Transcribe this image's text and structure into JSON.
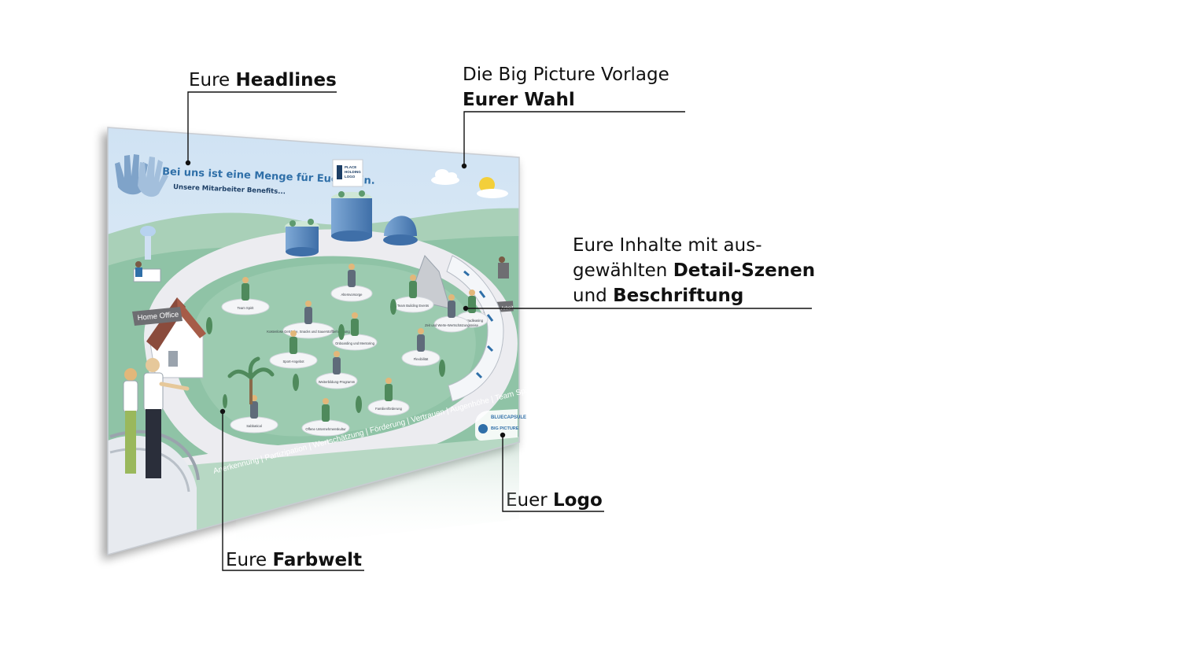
{
  "callouts": {
    "headlines": {
      "plain": "Eure ",
      "bold": "Headlines"
    },
    "vorlage": {
      "line1": "Die Big Picture Vorlage",
      "bold": "Eurer Wahl"
    },
    "inhalte": {
      "line1": "Eure Inhalte mit aus-",
      "line2_plain": "gewählten ",
      "line2_bold": "Detail-Szenen",
      "line3_plain": "und ",
      "line3_bold": "Beschriftung"
    },
    "logo": {
      "plain": "Euer ",
      "bold": "Logo"
    },
    "farbwelt": {
      "plain": "Eure ",
      "bold": "Farbwelt"
    }
  },
  "board": {
    "headline": "Bei uns ist eine Menge für Euch drin.",
    "subheadline": "Unsere Mitarbeiter Benefits...",
    "placeholder_logo": [
      "PLACE",
      "HOLDING",
      "LOGO"
    ],
    "home_office": "Home Office",
    "mobile_work": "Mobile Arbeit",
    "scenes": [
      "Team Spirit",
      "Altersvorsorge",
      "Team Building Events",
      "Kostenlose Getränke, Snacks und Sauerstoffbehandlung",
      "Fahrradleasing",
      "Zeit und Werte-Wertschätzungsreise",
      "Sport-Angebot",
      "Flexibilität",
      "Onboarding und Mentoring",
      "Weiterbildung-Programm",
      "Familienförderung",
      "Sabbatical",
      "Offene Unternehmenskultur"
    ],
    "values_band": "Anerkennung | Partizipation | Wertschätzung | Förderung | Vertrauen | Augenhöhe | Team Spirit",
    "brand_logo": [
      "BLUECAPSULE",
      "BIG PICTURE"
    ]
  },
  "colors": {
    "sky": "#dbe9f5",
    "grass": "#8fc3a6",
    "path": "#ececf0",
    "accent_blue": "#2f6fa8",
    "label_grey": "#6e6e72"
  }
}
